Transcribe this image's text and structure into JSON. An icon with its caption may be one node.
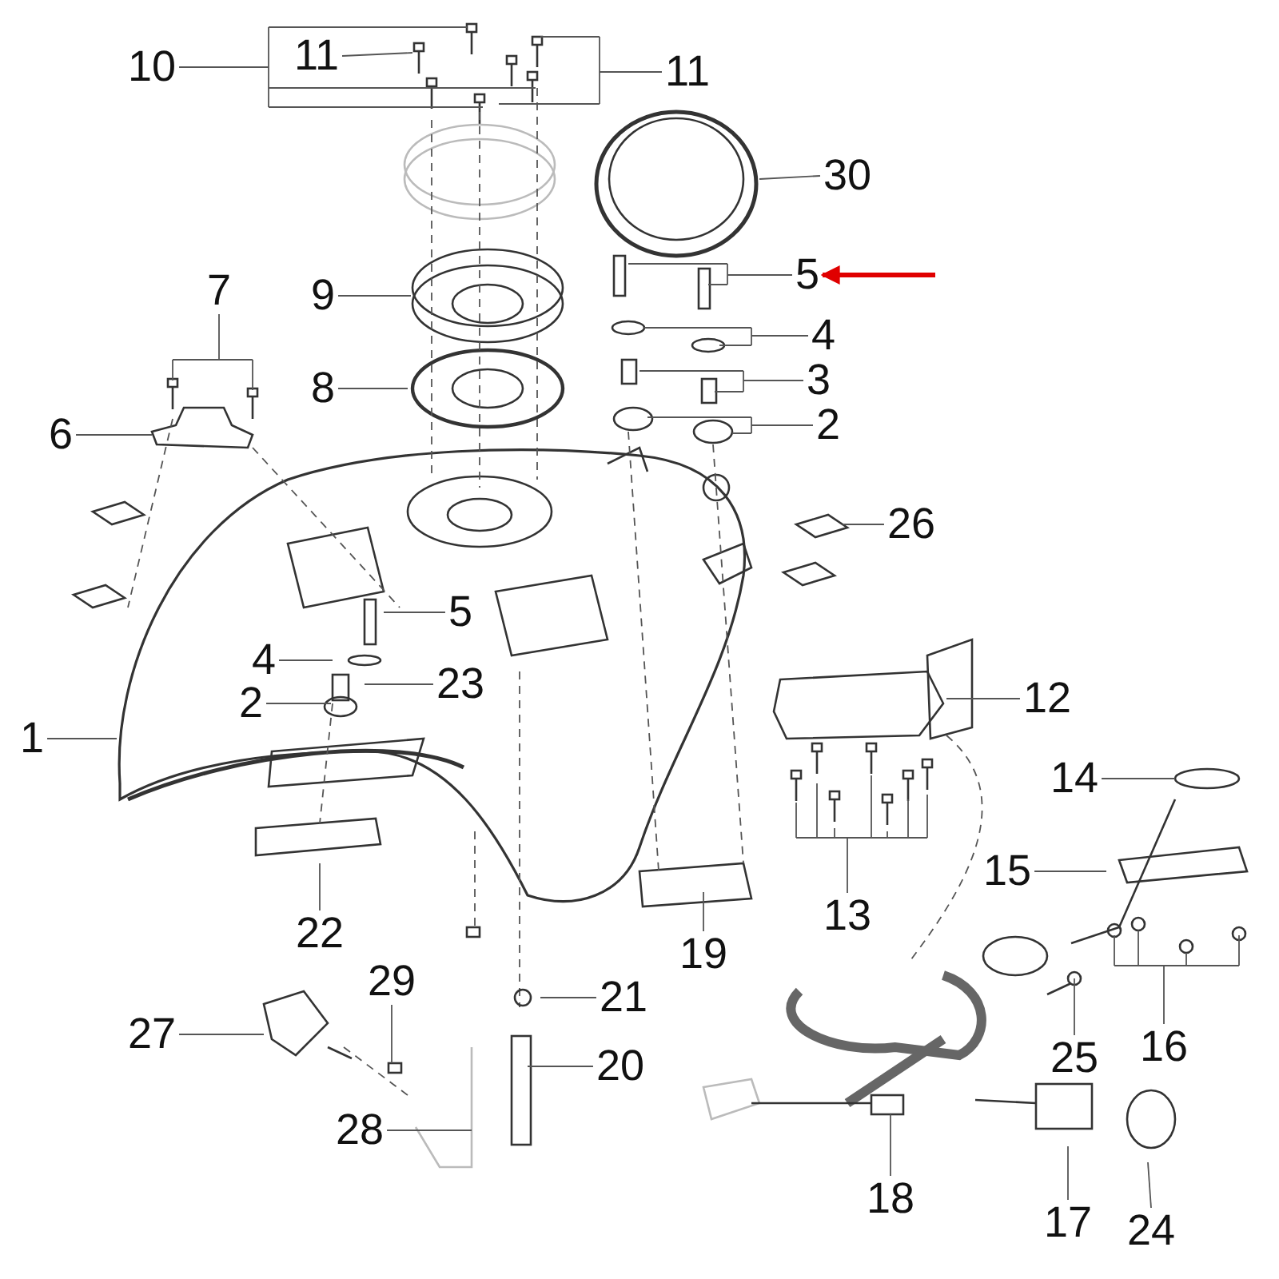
{
  "diagram": {
    "nodes": [
      {
        "text": [
          "10"
        ]
      },
      {
        "text": [
          "11"
        ]
      },
      {
        "text": [
          "11"
        ]
      },
      {
        "text": [
          "30"
        ]
      },
      {
        "text": [
          "5"
        ]
      },
      {
        "text": [
          "7"
        ]
      },
      {
        "text": [
          "9"
        ]
      },
      {
        "text": [
          "4"
        ]
      },
      {
        "text": [
          "3"
        ]
      },
      {
        "text": [
          "8"
        ]
      },
      {
        "text": [
          "6"
        ]
      },
      {
        "text": [
          "2"
        ]
      },
      {
        "text": [
          "26"
        ]
      },
      {
        "text": [
          "5"
        ]
      },
      {
        "text": [
          "4"
        ]
      },
      {
        "text": [
          "23"
        ]
      },
      {
        "text": [
          "2"
        ]
      },
      {
        "text": [
          "12"
        ]
      },
      {
        "text": [
          "1"
        ]
      },
      {
        "text": [
          "14"
        ]
      },
      {
        "text": [
          "15"
        ]
      },
      {
        "text": [
          "13"
        ]
      },
      {
        "text": [
          "22"
        ]
      },
      {
        "text": [
          "19"
        ]
      },
      {
        "text": [
          "29"
        ]
      },
      {
        "text": [
          "21"
        ]
      },
      {
        "text": [
          "27"
        ]
      },
      {
        "text": [
          "25"
        ]
      },
      {
        "text": [
          "20"
        ]
      },
      {
        "text": [
          "16"
        ]
      },
      {
        "text": [
          "28"
        ]
      },
      {
        "text": [
          "18"
        ]
      },
      {
        "text": [
          "17"
        ]
      },
      {
        "text": [
          "24"
        ]
      }
    ],
    "edges": [
      {
        "from": 0,
        "to": null,
        "arrow": "none"
      },
      {
        "from": 1,
        "to": null,
        "arrow": "none"
      },
      {
        "from": 2,
        "to": null,
        "arrow": "none"
      },
      {
        "from": 3,
        "to": null,
        "arrow": "none"
      },
      {
        "from": 4,
        "to": null,
        "arrow": "none"
      },
      {
        "from": 5,
        "to": null,
        "arrow": "none"
      },
      {
        "from": 6,
        "to": null,
        "arrow": "none"
      },
      {
        "from": 7,
        "to": null,
        "arrow": "none"
      },
      {
        "from": 8,
        "to": null,
        "arrow": "none"
      },
      {
        "from": 9,
        "to": null,
        "arrow": "none"
      },
      {
        "from": 10,
        "to": null,
        "arrow": "none"
      },
      {
        "from": 11,
        "to": null,
        "arrow": "none"
      },
      {
        "from": 12,
        "to": null,
        "arrow": "none"
      },
      {
        "from": 13,
        "to": null,
        "arrow": "none"
      },
      {
        "from": 14,
        "to": null,
        "arrow": "none"
      },
      {
        "from": 15,
        "to": null,
        "arrow": "none"
      },
      {
        "from": 16,
        "to": null,
        "arrow": "none"
      },
      {
        "from": 17,
        "to": null,
        "arrow": "none"
      },
      {
        "from": 18,
        "to": null,
        "arrow": "none"
      },
      {
        "from": 19,
        "to": null,
        "arrow": "none"
      },
      {
        "from": 20,
        "to": null,
        "arrow": "none"
      },
      {
        "from": 21,
        "to": null,
        "arrow": "none"
      },
      {
        "from": 22,
        "to": null,
        "arrow": "none"
      },
      {
        "from": 23,
        "to": null,
        "arrow": "none"
      },
      {
        "from": 24,
        "to": null,
        "arrow": "none"
      },
      {
        "from": 25,
        "to": null,
        "arrow": "none"
      },
      {
        "from": 26,
        "to": null,
        "arrow": "none"
      },
      {
        "from": 27,
        "to": null,
        "arrow": "none"
      },
      {
        "from": 28,
        "to": null,
        "arrow": "none"
      },
      {
        "from": 29,
        "to": null,
        "arrow": "none"
      },
      {
        "from": 30,
        "to": null,
        "arrow": "none"
      },
      {
        "from": 31,
        "to": null,
        "arrow": "none"
      },
      {
        "from": 32,
        "to": null,
        "arrow": "none"
      },
      {
        "from": 33,
        "to": null,
        "arrow": "none"
      },
      {
        "from": null,
        "to": 4,
        "arrow": "to",
        "color": "#e00000",
        "style": "thick"
      }
    ]
  }
}
